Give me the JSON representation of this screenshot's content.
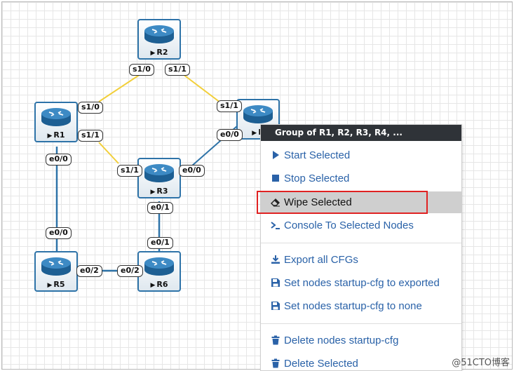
{
  "topology": {
    "nodes": {
      "r1": {
        "label": "R1"
      },
      "r2": {
        "label": "R2"
      },
      "r3": {
        "label": "R3"
      },
      "r4": {
        "label": "R"
      },
      "r5": {
        "label": "R5"
      },
      "r6": {
        "label": "R6"
      }
    },
    "ports": {
      "r2_s10": "s1/0",
      "r2_s11": "s1/1",
      "r1_s10": "s1/0",
      "r1_s11": "s1/1",
      "r1_e00": "e0/0",
      "r4_s11": "s1/1",
      "r4_e00": "e0/0",
      "r3_s11": "s1/1",
      "r3_e00": "e0/0",
      "r3_e01": "e0/1",
      "r6_e01": "e0/1",
      "r6_e02": "e0/2",
      "r5_e00": "e0/0",
      "r5_e02": "e0/2"
    },
    "colors": {
      "serial_link": "#f2cf3a",
      "ethernet_link": "#2e73a8"
    }
  },
  "context_menu": {
    "header": "Group of R1, R2, R3, R4, ...",
    "items": {
      "start": {
        "label": "Start Selected",
        "icon": "play-icon"
      },
      "stop": {
        "label": "Stop Selected",
        "icon": "stop-icon"
      },
      "wipe": {
        "label": "Wipe Selected",
        "icon": "eraser-icon",
        "highlighted": true
      },
      "console": {
        "label": "Console To Selected Nodes",
        "icon": "terminal-icon"
      },
      "export": {
        "label": "Export all CFGs",
        "icon": "download-icon"
      },
      "startup_exported": {
        "label": "Set nodes startup-cfg to exported",
        "icon": "save-icon"
      },
      "startup_none": {
        "label": "Set nodes startup-cfg to none",
        "icon": "save-icon"
      },
      "delete_startup": {
        "label": "Delete nodes startup-cfg",
        "icon": "trash-icon"
      },
      "delete_selected": {
        "label": "Delete Selected",
        "icon": "trash-icon"
      }
    },
    "colors": {
      "header_bg": "#2f3338",
      "item_text": "#2a62a8",
      "highlight_border": "#e02222"
    }
  },
  "watermark": "@51CTO博客"
}
